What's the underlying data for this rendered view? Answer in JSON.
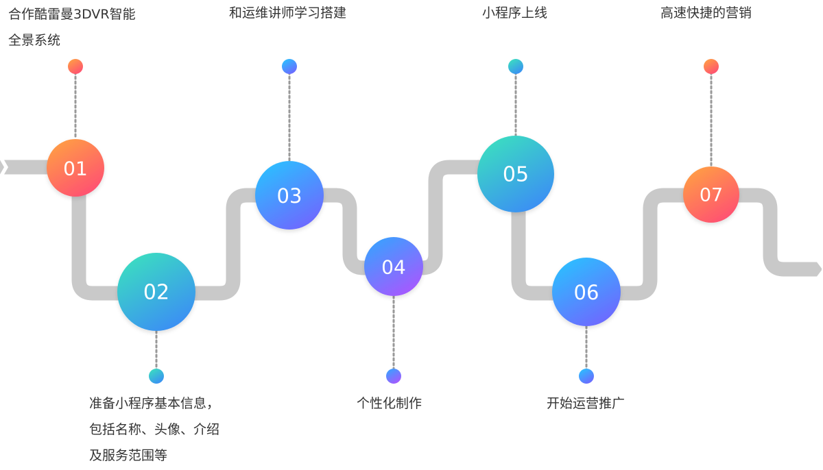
{
  "steps": [
    {
      "number": "01",
      "lines": [
        "合作酷雷曼3DVR智能",
        "全景系统"
      ],
      "gradient": [
        "#ffa640",
        "#ff5470"
      ],
      "dot_color": [
        "#ffa640",
        "#ff5470"
      ]
    },
    {
      "number": "02",
      "lines": [
        "准备小程序基本信息，",
        "包括名称、头像、介绍",
        "及服务范围等"
      ],
      "gradient": [
        "#3be6bb",
        "#3a92f2"
      ],
      "dot_color": [
        "#3be6bb",
        "#3a92f2"
      ]
    },
    {
      "number": "03",
      "lines": [
        "和运维讲师学习搭建"
      ],
      "gradient": [
        "#24c8ff",
        "#6b6cff"
      ],
      "dot_color": [
        "#24c8ff",
        "#6b6cff"
      ]
    },
    {
      "number": "04",
      "lines": [
        "个性化制作"
      ],
      "gradient": [
        "#2ea8ff",
        "#a15cff"
      ],
      "dot_color": [
        "#2ea8ff",
        "#a15cff"
      ]
    },
    {
      "number": "05",
      "lines": [
        "小程序上线"
      ],
      "gradient": [
        "#3be6bb",
        "#3a92f2"
      ],
      "dot_color": [
        "#3be6bb",
        "#3a92f2"
      ]
    },
    {
      "number": "06",
      "lines": [
        "开始运营推广"
      ],
      "gradient": [
        "#24c8ff",
        "#6b6cff"
      ],
      "dot_color": [
        "#24c8ff",
        "#6b6cff"
      ]
    },
    {
      "number": "07",
      "lines": [
        "高速快捷的营销"
      ],
      "gradient": [
        "#ffa640",
        "#ff5470"
      ],
      "dot_color": [
        "#ffa640",
        "#ff5470"
      ]
    }
  ],
  "colors": {
    "track": "#c9c9c9",
    "connector": "#999999",
    "text": "#333333"
  }
}
